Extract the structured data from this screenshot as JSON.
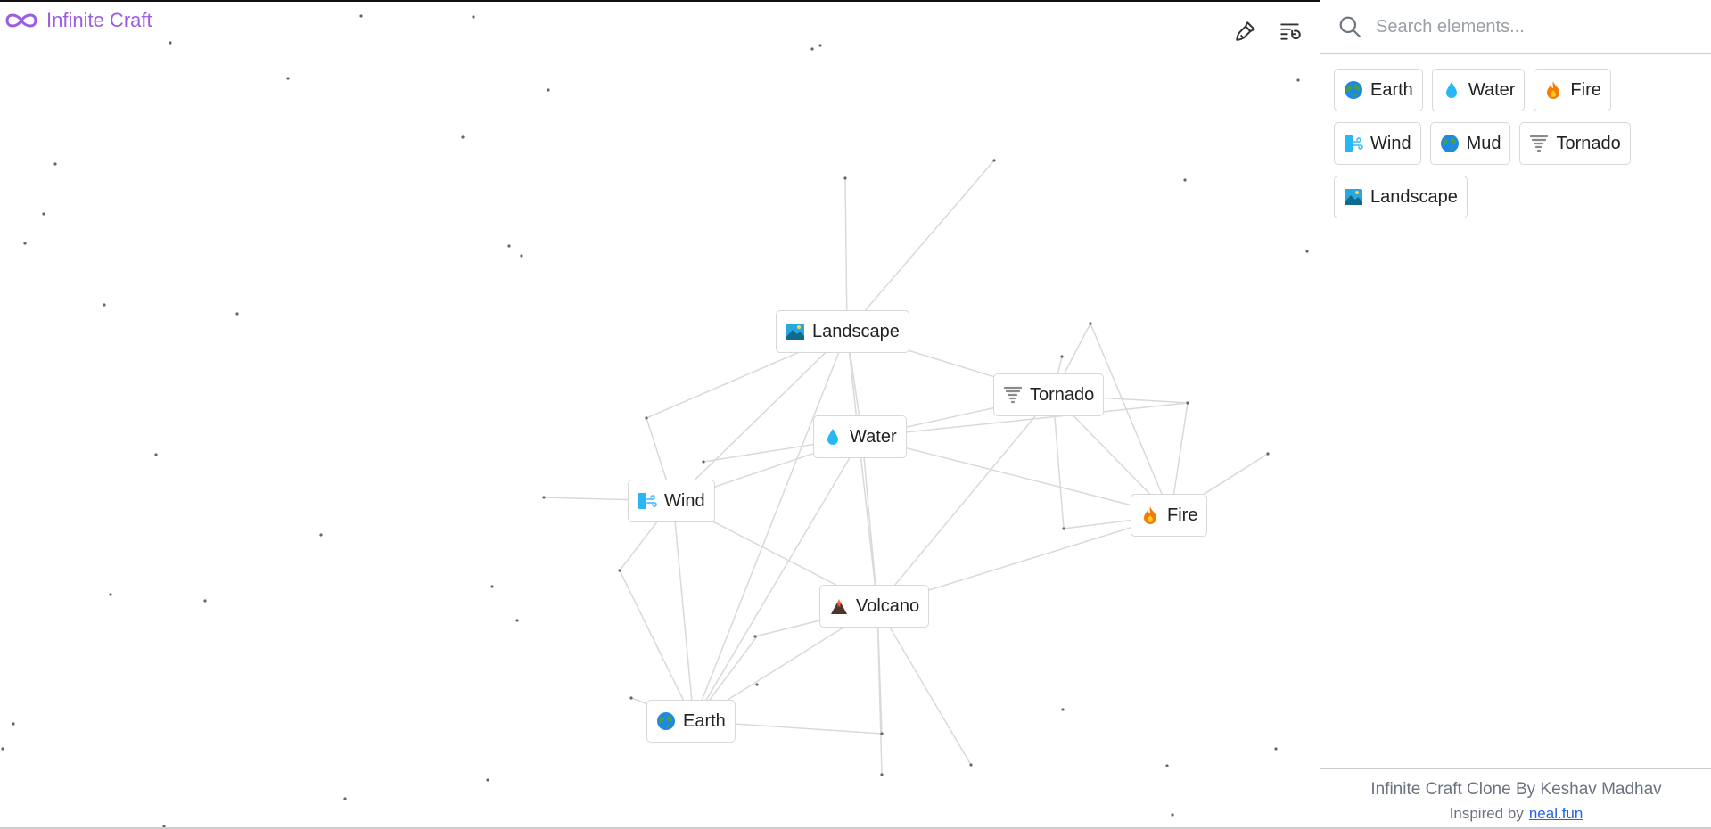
{
  "app": {
    "title": "Infinite Craft",
    "accent": "#9b5de5"
  },
  "toolbar": {
    "brush_icon": "brush-icon",
    "history_icon": "clear-history-icon"
  },
  "canvas": {
    "nodes": [
      {
        "id": "landscape",
        "label": "Landscape",
        "icon": "landscape-emoji"
      },
      {
        "id": "tornado",
        "label": "Tornado",
        "icon": "tornado-emoji"
      },
      {
        "id": "water",
        "label": "Water",
        "icon": "water-emoji"
      },
      {
        "id": "wind",
        "label": "Wind",
        "icon": "wind-emoji"
      },
      {
        "id": "fire",
        "label": "Fire",
        "icon": "fire-emoji"
      },
      {
        "id": "volcano",
        "label": "Volcano",
        "icon": "volcano-emoji"
      },
      {
        "id": "earth",
        "label": "Earth",
        "icon": "earth-emoji"
      }
    ]
  },
  "sidebar": {
    "search": {
      "placeholder": "Search elements..."
    },
    "items": [
      {
        "label": "Earth",
        "icon": "earth-emoji"
      },
      {
        "label": "Water",
        "icon": "water-emoji"
      },
      {
        "label": "Fire",
        "icon": "fire-emoji"
      },
      {
        "label": "Wind",
        "icon": "wind-emoji"
      },
      {
        "label": "Mud",
        "icon": "earth-emoji"
      },
      {
        "label": "Tornado",
        "icon": "tornado-emoji"
      },
      {
        "label": "Landscape",
        "icon": "landscape-emoji"
      }
    ],
    "footer": {
      "credit": "Infinite Craft Clone By Keshav Madhav",
      "inspired": "Inspired by",
      "link": "neal.fun"
    }
  }
}
